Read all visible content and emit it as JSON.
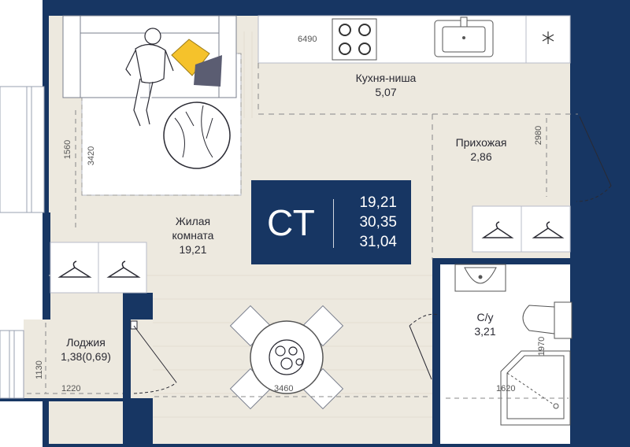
{
  "apartment": {
    "type": "СТ",
    "areas": [
      "19,21",
      "30,35",
      "31,04"
    ]
  },
  "rooms": {
    "kitchen": {
      "name": "Кухня-ниша",
      "area": "5,07"
    },
    "hallway": {
      "name": "Прихожая",
      "area": "2,86"
    },
    "living": {
      "name_line1": "Жилая",
      "name_line2": "комната",
      "area": "19,21"
    },
    "loggia": {
      "name": "Лоджия",
      "area": "1,38(0,69)"
    },
    "bathroom": {
      "name": "С/у",
      "area": "3,21"
    }
  },
  "dimensions": {
    "kitchen_width": "6490",
    "hall_height": "2980",
    "living_height": "3420",
    "sofa_depth": "1560",
    "living_width": "3460",
    "loggia_width": "1220",
    "loggia_height": "1130",
    "bath_width": "1620",
    "bath_height": "1970"
  },
  "colors": {
    "wall": "#173663",
    "floor": "#ede9df",
    "furniture": "#ffffff",
    "accent_pillow": "#f5c22b",
    "dark_pillow": "#5b5d72",
    "badge": "#173663"
  },
  "icons": [
    "hanger-icon",
    "snowflake-icon",
    "stove-icon",
    "sink-icon",
    "toilet-icon",
    "shower-icon",
    "person-icon",
    "food-plate-icon"
  ]
}
